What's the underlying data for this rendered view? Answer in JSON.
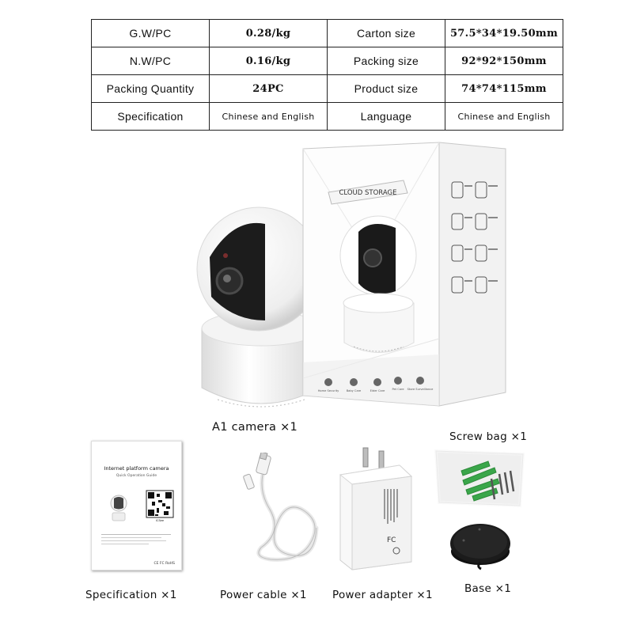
{
  "spec_table": {
    "rows": [
      [
        {
          "text": "G.W/PC"
        },
        {
          "text": "0.28/kg"
        },
        {
          "text": "Carton size"
        },
        {
          "text": "57.5*34*19.50mm"
        }
      ],
      [
        {
          "text": "N.W/PC"
        },
        {
          "text": "0.16/kg"
        },
        {
          "text": "Packing size"
        },
        {
          "text": "92*92*150mm"
        }
      ],
      [
        {
          "text": "Packing Quantity"
        },
        {
          "text": "24PC"
        },
        {
          "text": "Product size"
        },
        {
          "text": "74*74*115mm"
        }
      ],
      [
        {
          "text": "Specification"
        },
        {
          "text": "Chinese and English"
        },
        {
          "text": "Language"
        },
        {
          "text": "Chinese and English"
        }
      ]
    ]
  },
  "box": {
    "label": "CLOUD STORAGE",
    "footer": [
      "Home Security",
      "Baby Care",
      "Elder Care",
      "Pet Care",
      "Store Surveillance"
    ]
  },
  "manual": {
    "title": "Internet platform camera",
    "subtitle": "Quick Operation Guide",
    "qr_label": "ICSee",
    "marks": "CE FC RoHS"
  },
  "captions": {
    "camera": "A1 camera ×1",
    "screw_bag": "Screw bag ×1",
    "specification": "Specification ×1",
    "power_cable": "Power cable ×1",
    "power_adapter": "Power adapter ×1",
    "base": "Base ×1"
  },
  "colors": {
    "border": "#222222",
    "anchor_green": "#3aa64a",
    "box_shadow": "#c8c8c8"
  }
}
